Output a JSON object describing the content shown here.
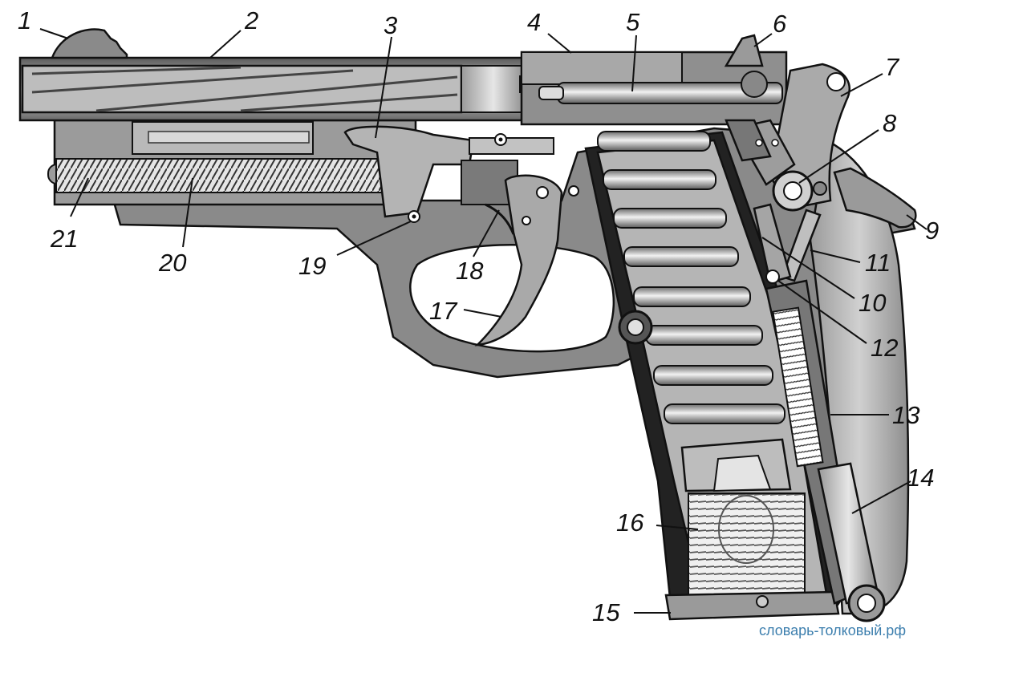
{
  "labels": {
    "l1": "1",
    "l2": "2",
    "l3": "3",
    "l4": "4",
    "l5": "5",
    "l6": "6",
    "l7": "7",
    "l8": "8",
    "l9": "9",
    "l10": "10",
    "l11": "11",
    "l12": "12",
    "l13": "13",
    "l14": "14",
    "l15": "15",
    "l16": "16",
    "l17": "17",
    "l18": "18",
    "l19": "19",
    "l20": "20",
    "l21": "21"
  },
  "watermark": "словарь-толковый.рф",
  "colors": {
    "metal_dark": "#4a4a4a",
    "metal_mid": "#8c8c8c",
    "metal_light": "#c8c8c8",
    "outline": "#111111",
    "watermark": "#3d7fae"
  }
}
